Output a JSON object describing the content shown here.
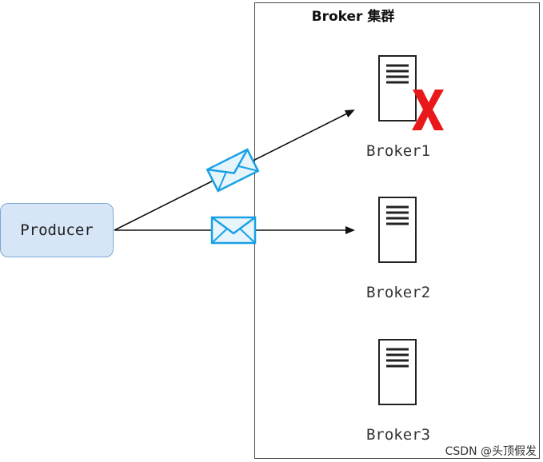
{
  "producer": {
    "label": "Producer"
  },
  "cluster": {
    "title": "Broker 集群"
  },
  "brokers": [
    {
      "label": "Broker1",
      "failed": true
    },
    {
      "label": "Broker2",
      "failed": false
    },
    {
      "label": "Broker3",
      "failed": false
    }
  ],
  "colors": {
    "failure_mark": "#e8181a",
    "envelope": "#1aa0e6",
    "envelope_fill": "#e6f4fc",
    "producer_fill": "#d6e6f7",
    "producer_border": "#7fa8d4"
  },
  "watermark": "CSDN @头顶假发"
}
